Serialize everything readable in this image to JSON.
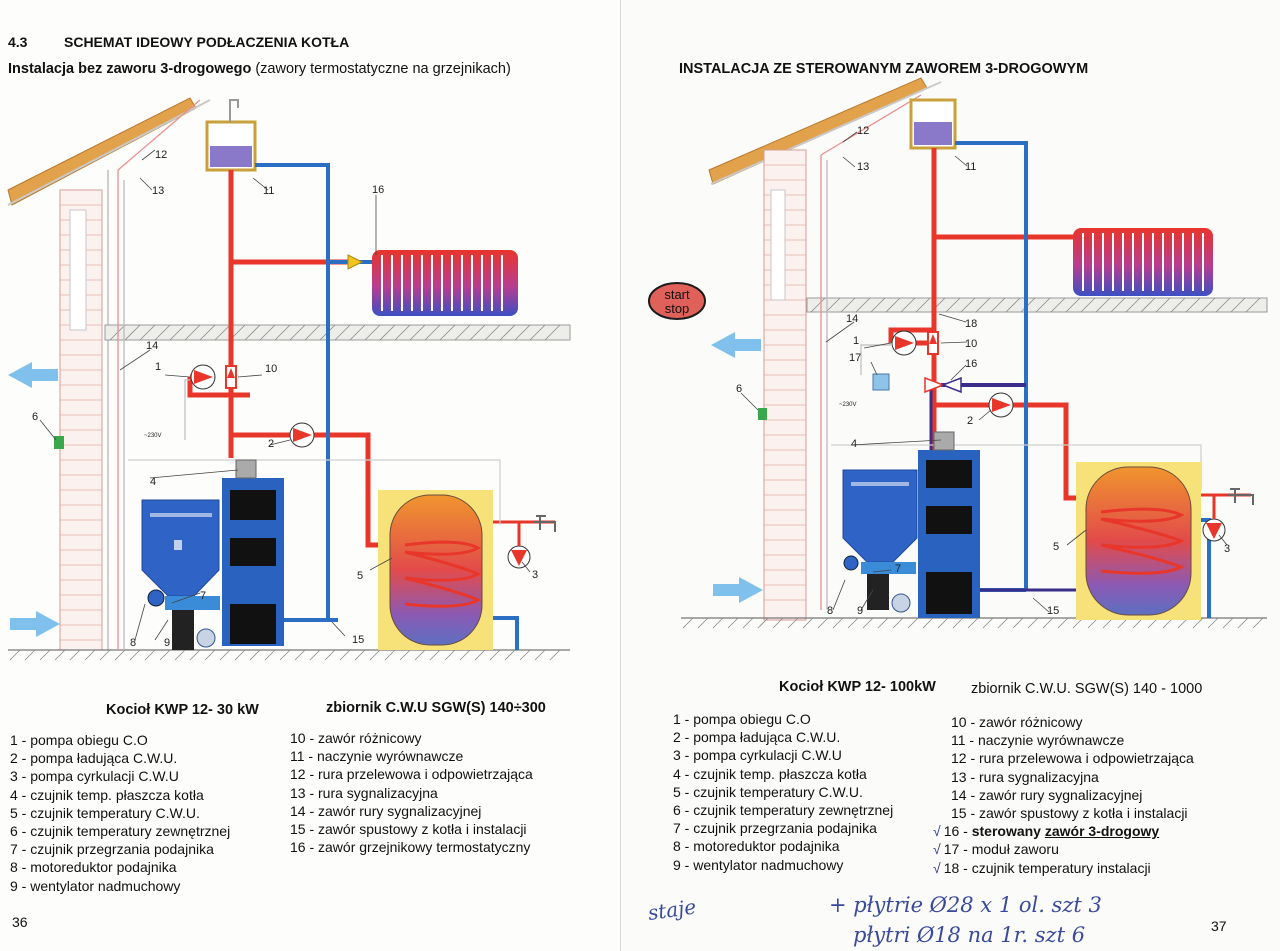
{
  "left": {
    "section_number": "4.3",
    "section_title": "SCHEMAT IDEOWY PODŁACZENIA KOTŁA",
    "subtitle_bold": "Instalacja bez zaworu 3-drogowego",
    "subtitle_rest": " (zawory termostatyczne na grzejnikach)",
    "caption_boiler": "Kocioł KWP 12- 30 kW",
    "caption_tank": "zbiornik C.W.U SGW(S) 140÷300",
    "list_col1": [
      "1 - pompa obiegu C.O",
      "2 - pompa ładująca C.W.U.",
      "3 - pompa cyrkulacji C.W.U",
      "4 - czujnik temp. płaszcza kotła",
      "5 - czujnik temperatury C.W.U.",
      "6 - czujnik temperatury zewnętrznej",
      "7 - czujnik przegrzania podajnika",
      "8 - motoreduktor podajnika",
      "9 - wentylator nadmuchowy"
    ],
    "list_col2": [
      "10 - zawór różnicowy",
      "11 - naczynie wyrównawcze",
      "12 - rura przelewowa i odpowietrzająca",
      "13 - rura sygnalizacyjna",
      "14 - zawór rury sygnalizacyjnej",
      "15 - zawór spustowy z kotła i instalacji",
      "16 - zawór grzejnikowy termostatyczny"
    ],
    "page_number": "36",
    "diagram_labels": [
      "12",
      "13",
      "11",
      "16",
      "14",
      "1",
      "10",
      "2",
      "6",
      "4",
      "5",
      "3",
      "7",
      "8",
      "9",
      "15",
      "~230V"
    ]
  },
  "right": {
    "title": "INSTALACJA ZE STEROWANYM ZAWOREM 3-DROGOWYM",
    "start_stop_top": "start",
    "start_stop_bottom": "stop",
    "caption_boiler": "Kocioł KWP 12- 100kW",
    "caption_tank": "zbiornik C.W.U. SGW(S) 140 - 1000",
    "list_col1": [
      "1 - pompa obiegu C.O",
      "2 - pompa ładująca C.W.U.",
      "3 - pompa cyrkulacji C.W.U",
      "4 - czujnik temp. płaszcza kotła",
      "5 - czujnik temperatury C.W.U.",
      "6 - czujnik temperatury zewnętrznej",
      "7 - czujnik przegrzania podajnika",
      "8 - motoreduktor podajnika",
      "9 - wentylator nadmuchowy"
    ],
    "list_col2": [
      "10 - zawór różnicowy",
      "11 - naczynie wyrównawcze",
      "12 - rura przelewowa i odpowietrzająca",
      "13 - rura sygnalizacyjna",
      "14 - zawór rury sygnalizacyjnej",
      "15 - zawór spustowy z kotła i instalacji"
    ],
    "item16_prefix": "16 - ",
    "item16_bold": "sterowany ",
    "item16_underlined": "zawór 3-drogowy",
    "item17": "17 - moduł zaworu",
    "item18": "18 - czujnik temperatury instalacji",
    "check_mark": "√",
    "page_number": "37",
    "diagram_labels": [
      "12",
      "13",
      "11",
      "14",
      "18",
      "1",
      "10",
      "17",
      "16",
      "2",
      "6",
      "4",
      "5",
      "3",
      "7",
      "8",
      "9",
      "15",
      "~230V"
    ],
    "handwriting": [
      "staje",
      "+ płytrie Ø28 x 1 ol. szt 3",
      "płytri Ø18 na 1r. szt 6"
    ]
  },
  "colors": {
    "hot_pipe": "#e8372a",
    "cold_pipe": "#2b6fc4",
    "feeder_blue": "#2f63c6",
    "tank_yellow": "#f7e27a",
    "wall_pink": "#e9b7b0"
  }
}
